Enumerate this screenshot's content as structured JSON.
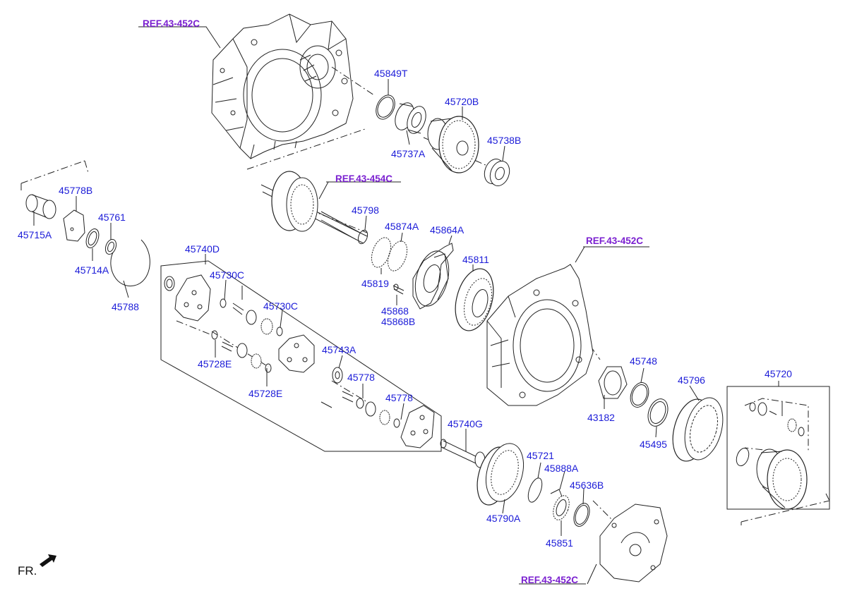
{
  "refs": {
    "r1": "REF.43-452C",
    "r2": "REF.43-454C",
    "r3": "REF.43-452C",
    "r4": "REF.43-452C"
  },
  "parts": {
    "p45849T": "45849T",
    "p45720B": "45720B",
    "p45737A": "45737A",
    "p45738B": "45738B",
    "p45778B": "45778B",
    "p45715A": "45715A",
    "p45761": "45761",
    "p45714A": "45714A",
    "p45788": "45788",
    "p45798": "45798",
    "p45874A": "45874A",
    "p45864A": "45864A",
    "p45819": "45819",
    "p45811": "45811",
    "p45868": "45868",
    "p45868B": "45868B",
    "p45740D": "45740D",
    "p45730C_1": "45730C",
    "p45730C_2": "45730C",
    "p45728E_1": "45728E",
    "p45728E_2": "45728E",
    "p45743A": "45743A",
    "p45778_1": "45778",
    "p45778_2": "45778",
    "p45740G": "45740G",
    "p45721": "45721",
    "p45888A": "45888A",
    "p45636B": "45636B",
    "p45790A": "45790A",
    "p45851": "45851",
    "p45748": "45748",
    "p45796": "45796",
    "p43182": "43182",
    "p45495": "45495",
    "p45720": "45720"
  },
  "front_marker": "FR.",
  "colors": {
    "part_label": "#1c1cd8",
    "ref_label": "#7a1fd0",
    "line": "#222222"
  },
  "icons": [
    "front-direction-arrow-icon"
  ]
}
